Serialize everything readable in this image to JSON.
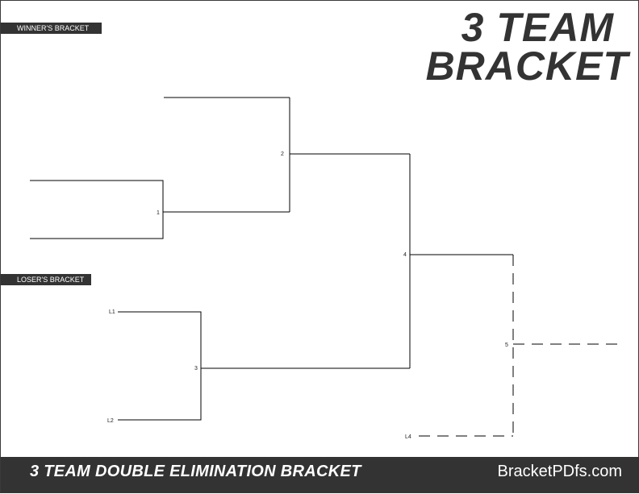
{
  "title": {
    "line1": "3 TEAM",
    "line2": "BRACKET"
  },
  "sections": {
    "winners": "WINNER'S BRACKET",
    "losers": "LOSER'S BRACKET"
  },
  "games": {
    "g1": "1",
    "g2": "2",
    "g3": "3",
    "g4": "4",
    "g5": "5"
  },
  "loser_slots": {
    "l1": "L1",
    "l2": "L2",
    "l4": "L4"
  },
  "footer": {
    "title": "3 TEAM DOUBLE ELIMINATION BRACKET",
    "site": "BracketPDfs.com"
  },
  "colors": {
    "line": "#000000",
    "dark": "#333333",
    "text_light": "#ffffff"
  }
}
